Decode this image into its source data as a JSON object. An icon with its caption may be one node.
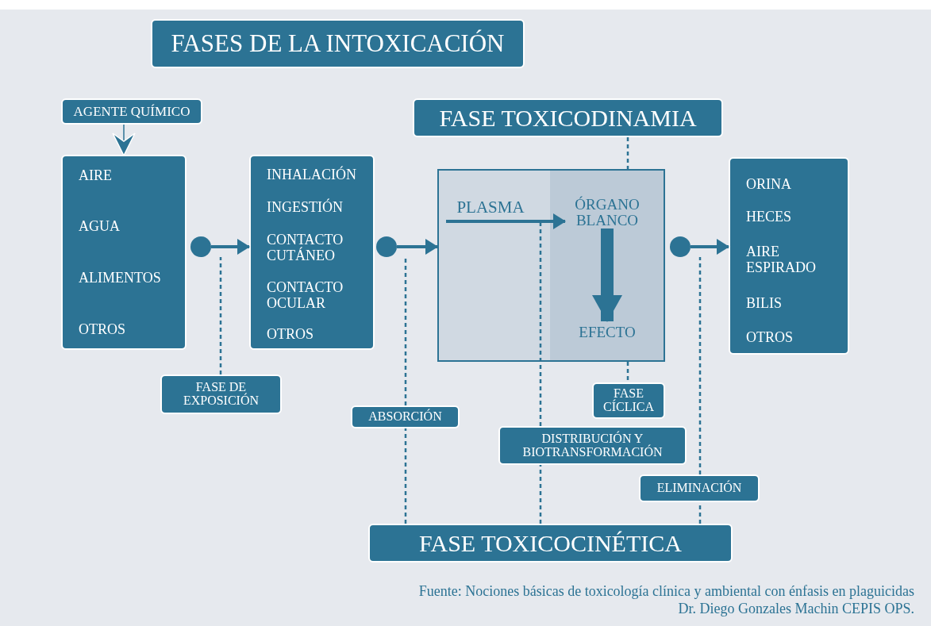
{
  "diagram": {
    "title": "FASES DE LA INTOXICACIÓN",
    "nodes": [
      {
        "text": [
          "AGENTE QUÍMICO"
        ]
      },
      {
        "text": [
          "AIRE",
          "AGUA",
          "ALIMENTOS",
          "OTROS"
        ]
      },
      {
        "text": [
          "INHALACIÓN",
          "INGESTIÓN",
          "CONTACTO CUTÁNEO",
          "CONTACTO OCULAR",
          "OTROS"
        ]
      },
      {
        "text": [
          "FASE TOXICODINAMIA"
        ]
      },
      {
        "text": [],
        "shape": "box"
      },
      {
        "text": [
          "PLASMA"
        ],
        "in": 4
      },
      {
        "text": [
          "ÓRGANO BLANCO"
        ],
        "in": 4
      },
      {
        "text": [
          "EFECTO"
        ],
        "in": 4
      },
      {
        "text": [
          "ORINA",
          "HECES",
          "AIRE ESPIRADO",
          "BILIS",
          "OTROS"
        ]
      },
      {
        "text": [
          "FASE DE EXPOSICIÓN"
        ]
      },
      {
        "text": [
          "ABSORCIÓN"
        ]
      },
      {
        "text": [
          "FASE CÍCLICA"
        ]
      },
      {
        "text": [
          "DISTRIBUCIÓN Y BIOTRANSFORMACIÓN"
        ]
      },
      {
        "text": [
          "ELIMINACIÓN"
        ]
      },
      {
        "text": [
          "FASE TOXICOCINÉTICA"
        ]
      },
      {
        "text": [],
        "shape": "circle"
      },
      {
        "text": [],
        "shape": "circle"
      },
      {
        "text": [],
        "shape": "circle"
      }
    ],
    "edges": [
      {
        "from": 0,
        "to": 1,
        "arrow": "to"
      },
      {
        "from": 15,
        "to": 2,
        "arrow": "to"
      },
      {
        "from": 16,
        "to": 4,
        "arrow": "to"
      },
      {
        "from": 17,
        "to": 8,
        "arrow": "to"
      },
      {
        "from": 9,
        "to": 15,
        "arrow": "none",
        "style": "dashed"
      },
      {
        "from": 14,
        "to": 10,
        "arrow": "none",
        "style": "dashed"
      },
      {
        "from": 10,
        "to": 16,
        "arrow": "none",
        "style": "dashed"
      },
      {
        "from": 14,
        "to": 12,
        "arrow": "none",
        "style": "dashed"
      },
      {
        "from": 12,
        "to": 5,
        "arrow": "none",
        "style": "dashed"
      },
      {
        "from": 14,
        "to": 13,
        "arrow": "none",
        "style": "dashed"
      },
      {
        "from": 13,
        "to": 17,
        "arrow": "none",
        "style": "dashed"
      },
      {
        "from": 3,
        "to": 4,
        "arrow": "none",
        "style": "dashed"
      },
      {
        "from": 4,
        "to": 11,
        "arrow": "none",
        "style": "dashed"
      },
      {
        "from": 5,
        "to": 6,
        "arrow": "to"
      },
      {
        "from": 6,
        "to": 7,
        "arrow": "to",
        "style": "thick"
      }
    ],
    "labels": [
      "Fuente: Nociones básicas de toxicología clínica y ambiental con énfasis en plaguicidas",
      "Dr. Diego Gonzales Machin CEPIS OPS."
    ]
  }
}
